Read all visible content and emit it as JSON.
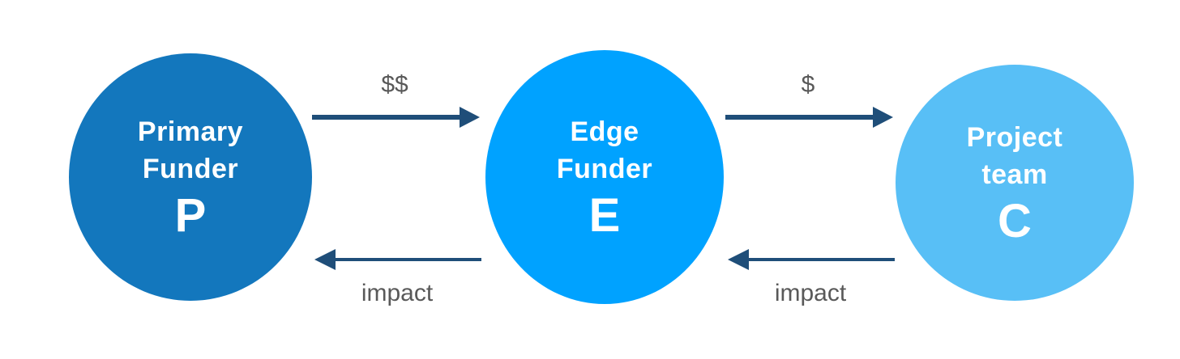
{
  "diagram": {
    "title": "funding-flow-diagram",
    "nodes": [
      {
        "id": "P",
        "lines": [
          "Primary",
          "Funder"
        ],
        "letter": "P",
        "color": "#1377bd"
      },
      {
        "id": "E",
        "lines": [
          "Edge",
          "Funder"
        ],
        "letter": "E",
        "color": "#00a2ff"
      },
      {
        "id": "C",
        "lines": [
          "Project",
          "team"
        ],
        "letter": "C",
        "color": "#58bff6"
      }
    ],
    "edges": [
      {
        "from": "P",
        "to": "E",
        "direction": "right",
        "label": "$$"
      },
      {
        "from": "E",
        "to": "C",
        "direction": "right",
        "label": "$"
      },
      {
        "from": "E",
        "to": "P",
        "direction": "left",
        "label": "impact"
      },
      {
        "from": "C",
        "to": "E",
        "direction": "left",
        "label": "impact"
      }
    ],
    "colors": {
      "arrow": "#1f4e79",
      "edge_label": "#595959",
      "node_text": "#ffffff",
      "background": "#ffffff"
    }
  }
}
